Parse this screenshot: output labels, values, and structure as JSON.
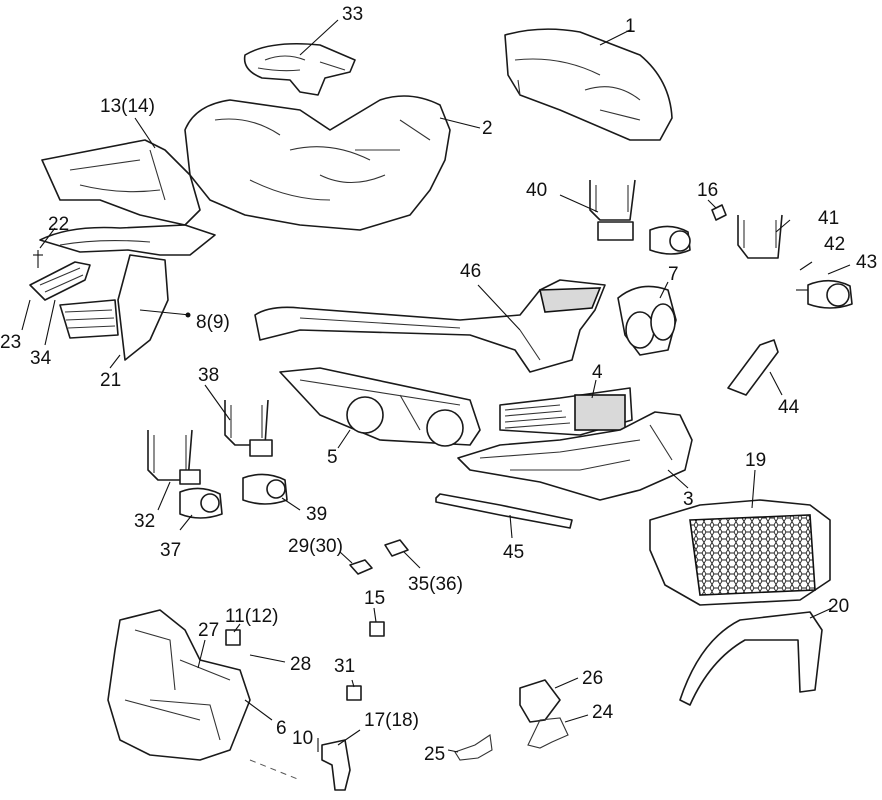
{
  "labels": {
    "p1": "1",
    "p2": "2",
    "p3": "3",
    "p4": "4",
    "p5": "5",
    "p6": "6",
    "p7": "7",
    "p8_9": "8(9)",
    "p10": "10",
    "p11_12": "11(12)",
    "p13_14": "13(14)",
    "p15": "15",
    "p16": "16",
    "p17_18": "17(18)",
    "p19": "19",
    "p20": "20",
    "p21": "21",
    "p22": "22",
    "p23": "23",
    "p24": "24",
    "p25": "25",
    "p26": "26",
    "p27": "27",
    "p28": "28",
    "p29_30": "29(30)",
    "p31": "31",
    "p32": "32",
    "p33": "33",
    "p34": "34",
    "p35_36": "35(36)",
    "p37": "37",
    "p38": "38",
    "p39": "39",
    "p40": "40",
    "p41": "41",
    "p42": "42",
    "p43": "43",
    "p44": "44",
    "p45": "45",
    "p46": "46"
  }
}
